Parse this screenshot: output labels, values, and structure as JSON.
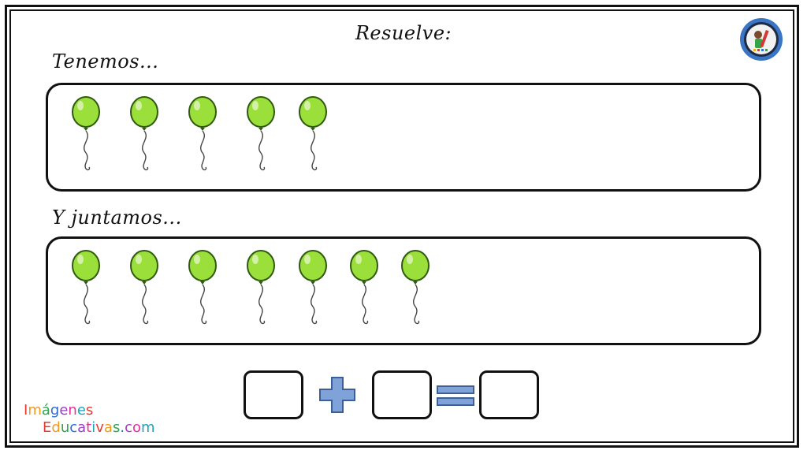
{
  "worksheet": {
    "title": "Resuelve:",
    "section_1": {
      "label": "Tenemos...",
      "balloon_count": 5
    },
    "section_2": {
      "label": "Y juntamos...",
      "balloon_count": 7
    },
    "equation": {
      "plus_symbol": "+",
      "equals_symbol": "="
    }
  },
  "colors": {
    "balloon": "#9be03a",
    "balloon_stroke": "#2f5a10",
    "operator": "#7fa3d8",
    "operator_stroke": "#3c5f96"
  },
  "branding": {
    "line1": "Imágenes",
    "line2": "Educativas.com"
  },
  "icons": [
    "balloon-icon",
    "plus-icon",
    "equals-icon",
    "logo-badge-icon"
  ]
}
